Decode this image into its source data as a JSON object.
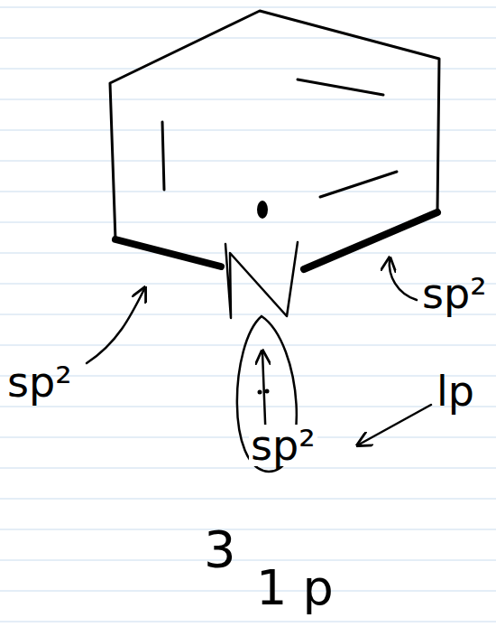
{
  "diagram": {
    "labels": [
      "sp²",
      "sp²",
      "lp",
      "sp²",
      "3",
      "1 p"
    ]
  }
}
